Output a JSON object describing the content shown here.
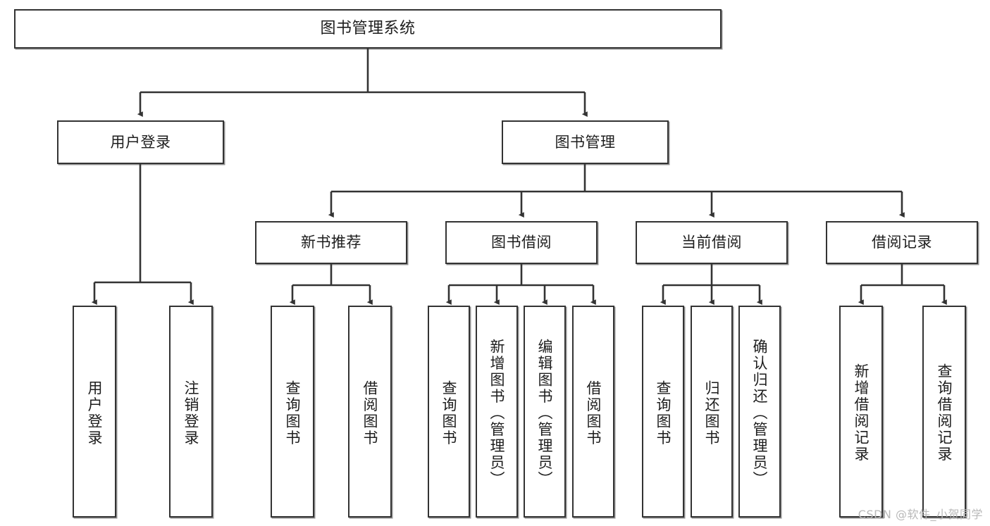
{
  "diagram": {
    "title": "图书管理系统",
    "type": "hierarchy-tree",
    "root": {
      "id": "root",
      "label": "图书管理系统"
    },
    "level2": [
      {
        "id": "user-login",
        "label": "用户登录"
      },
      {
        "id": "book-management",
        "label": "图书管理"
      }
    ],
    "level3": [
      {
        "id": "new-book-recommend",
        "label": "新书推荐"
      },
      {
        "id": "book-borrow",
        "label": "图书借阅"
      },
      {
        "id": "current-borrow",
        "label": "当前借阅"
      },
      {
        "id": "borrow-record",
        "label": "借阅记录"
      }
    ],
    "leaves": [
      {
        "id": "leaf-user-login",
        "label": "用户登录",
        "parent": "user-login"
      },
      {
        "id": "leaf-logout",
        "label": "注销登录",
        "parent": "user-login"
      },
      {
        "id": "leaf-query-book-1",
        "label": "查询图书",
        "parent": "new-book-recommend"
      },
      {
        "id": "leaf-borrow-book-1",
        "label": "借阅图书",
        "parent": "new-book-recommend"
      },
      {
        "id": "leaf-query-book-2",
        "label": "查询图书",
        "parent": "book-borrow"
      },
      {
        "id": "leaf-add-book",
        "label": "新增图书（管理员）",
        "parent": "book-borrow"
      },
      {
        "id": "leaf-edit-book",
        "label": "编辑图书（管理员）",
        "parent": "book-borrow"
      },
      {
        "id": "leaf-borrow-book-2",
        "label": "借阅图书",
        "parent": "book-borrow"
      },
      {
        "id": "leaf-query-book-3",
        "label": "查询图书",
        "parent": "current-borrow"
      },
      {
        "id": "leaf-return-book",
        "label": "归还图书",
        "parent": "current-borrow"
      },
      {
        "id": "leaf-confirm-return",
        "label": "确认归还（管理员）",
        "parent": "current-borrow"
      },
      {
        "id": "leaf-add-record",
        "label": "新增借阅记录",
        "parent": "borrow-record"
      },
      {
        "id": "leaf-query-record",
        "label": "查询借阅记录",
        "parent": "borrow-record"
      }
    ],
    "watermark": "CSDN @软件_小贺同学",
    "colors": {
      "border": "#333333",
      "background": "#ffffff",
      "text": "#1d1d1d",
      "edge": "#333333",
      "watermark": "#b9b9b9"
    }
  }
}
